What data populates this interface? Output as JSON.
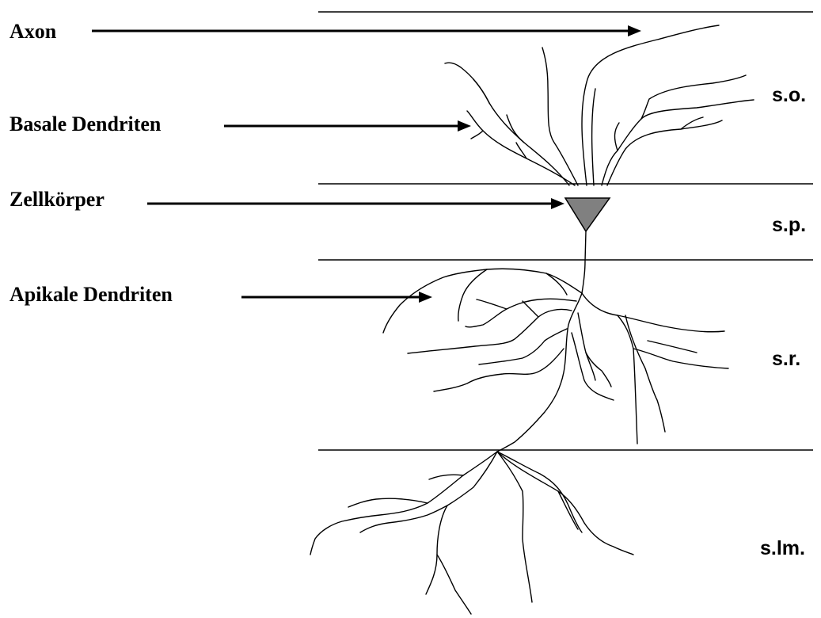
{
  "labels": {
    "axon": "Axon",
    "basal_dendrites": "Basale Dendriten",
    "cell_body": "Zellkörper",
    "apical_dendrites": "Apikale Dendriten"
  },
  "layers": {
    "so": "s.o.",
    "sp": "s.p.",
    "sr": "s.r.",
    "slm": "s.lm."
  },
  "colors": {
    "soma_fill": "#808080",
    "ink": "#000000"
  }
}
